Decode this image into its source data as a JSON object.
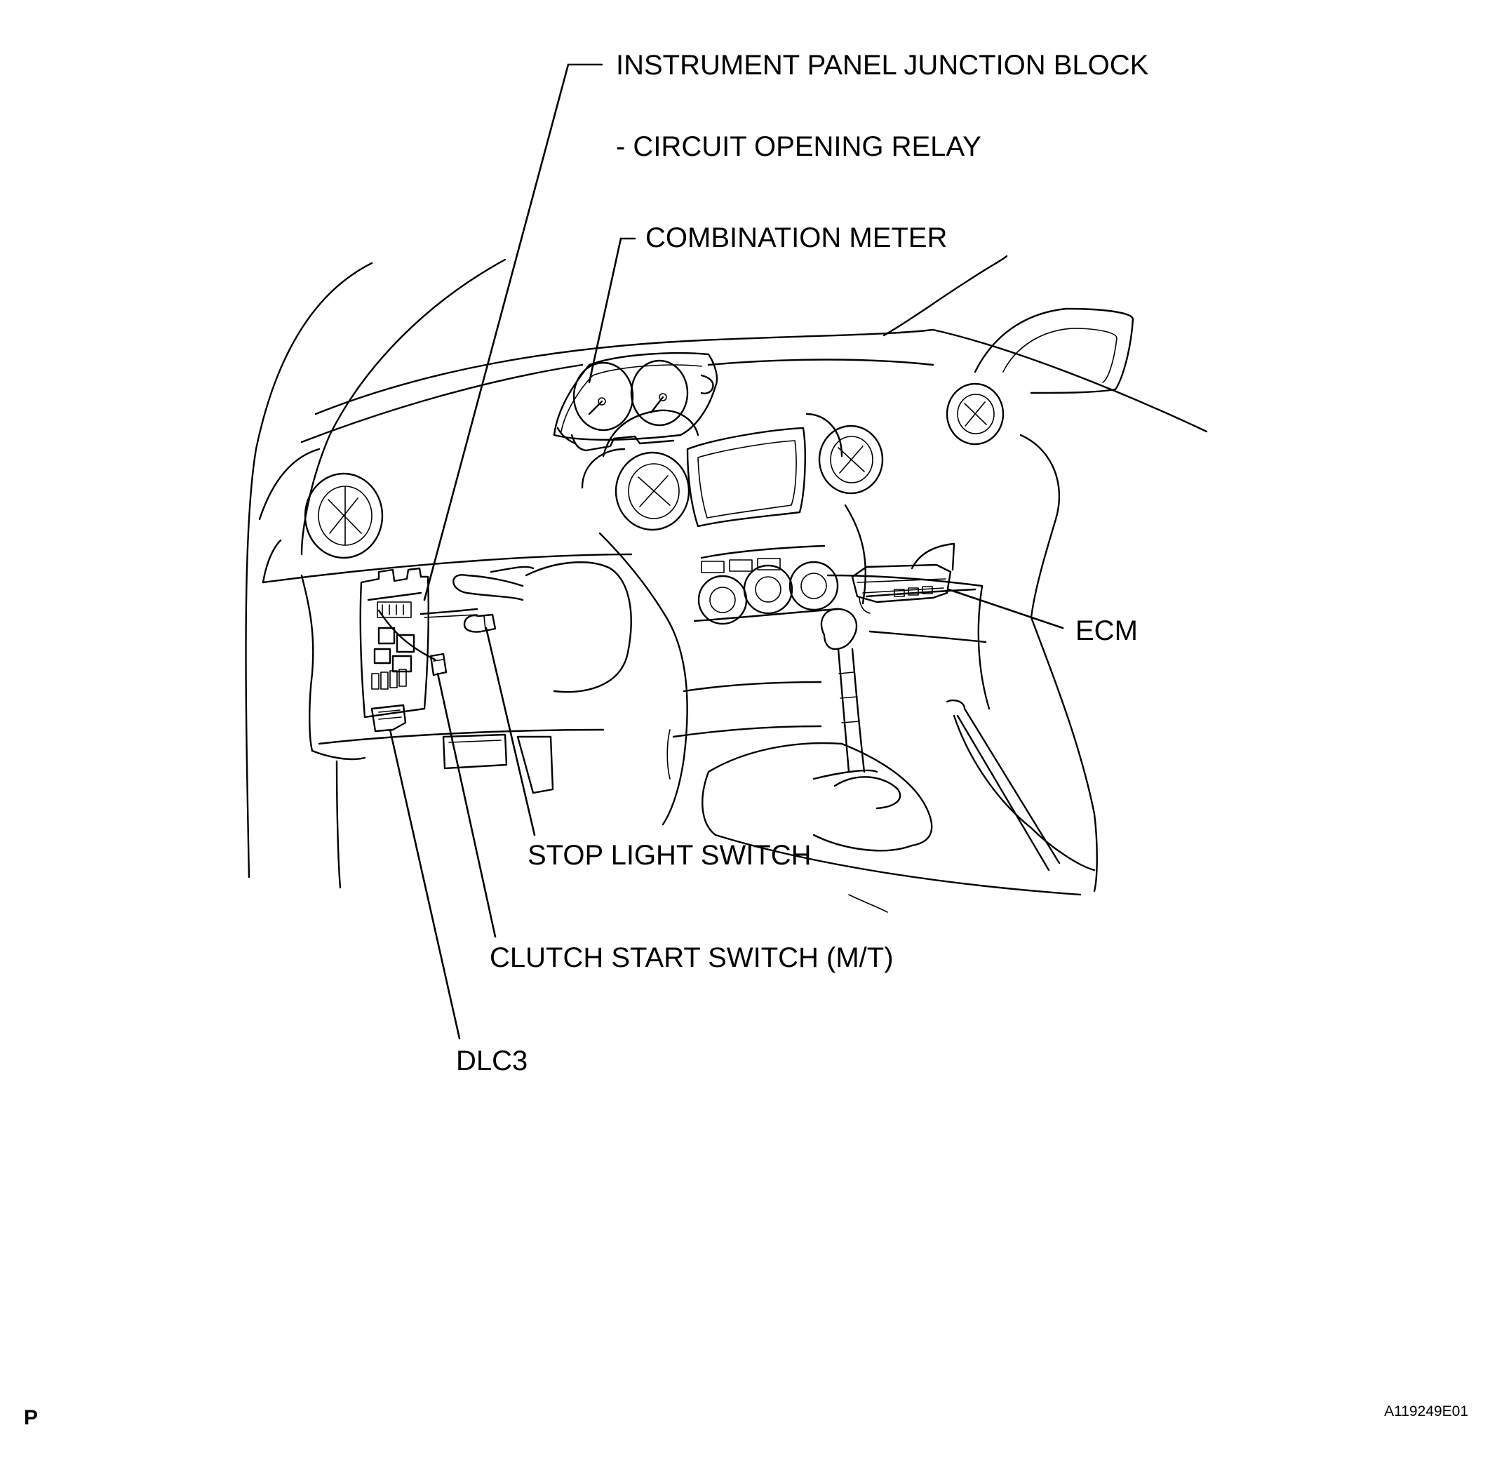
{
  "labels": {
    "junction_block": "INSTRUMENT PANEL JUNCTION BLOCK",
    "circuit_relay": "- CIRCUIT OPENING RELAY",
    "combination_meter": "COMBINATION METER",
    "ecm": "ECM",
    "stop_light_switch": "STOP LIGHT SWITCH",
    "clutch_start_switch": "CLUTCH START SWITCH (M/T)",
    "dlc3": "DLC3"
  },
  "corner_tag": "P",
  "figure_id": "A119249E01"
}
